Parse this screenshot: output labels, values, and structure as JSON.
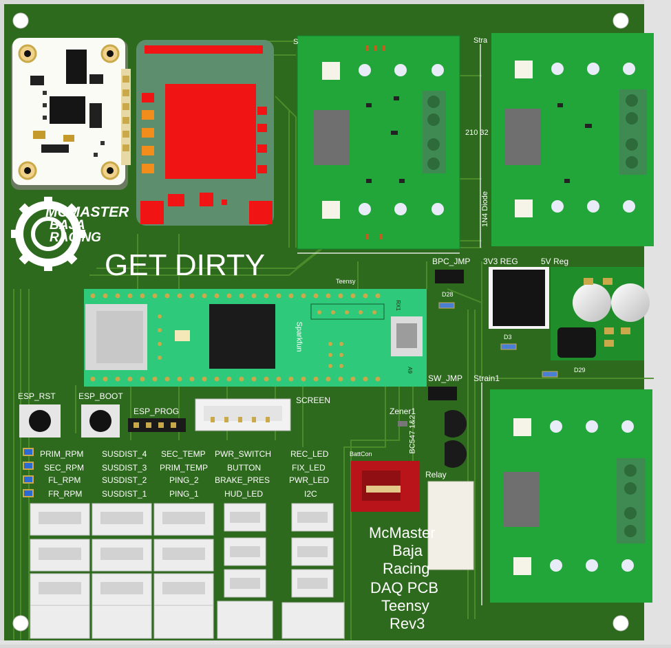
{
  "board": {
    "title_silk": "GET DIRTY",
    "logo": {
      "line1": "MCMASTER",
      "line2": "BAJA",
      "line3": "RACING"
    },
    "footer_lines": [
      "McMaster",
      "Baja",
      "Racing",
      "DAQ PCB",
      "Teensy",
      "Rev3"
    ]
  },
  "components": {
    "teensy_label": "Teensy",
    "sparkfun_label": "Sparkfun",
    "teensy_pin_a": "RX1",
    "teensy_pin_b": "A9",
    "screen_label": "SCREEN",
    "esp_prog": "ESP_PROG",
    "esp_rst": "ESP_RST",
    "esp_boot": "ESP_BOOT",
    "bpc_jmp": "BPC_JMP",
    "sw_jmp": "SW_JMP",
    "reg_3v3": "3V3 REG",
    "reg_5v": "5V Reg",
    "zener": "Zener1",
    "relay": "Relay",
    "battcon": "BattCon",
    "transistors": "BC547 1&2",
    "d28": "D28",
    "d29": "D29",
    "d_mid": "D3",
    "strain_top_left": "S",
    "strain_top_right": "Stra",
    "strain1": "Strain1",
    "diode_label": "1N4 Diode",
    "res_label": "210 32"
  },
  "connectors": {
    "col1": [
      "PRIM_RPM",
      "SEC_RPM",
      "FL_RPM",
      "FR_RPM"
    ],
    "col2": [
      "SUSDIST_4",
      "SUSDIST_3",
      "SUSDIST_2",
      "SUSDIST_1"
    ],
    "col3": [
      "SEC_TEMP",
      "PRIM_TEMP",
      "PING_2",
      "PING_1"
    ],
    "col4": [
      "PWR_SWITCH",
      "BUTTON",
      "BRAKE_PRES",
      "HUD_LED"
    ],
    "col5": [
      "REC_LED",
      "FIX_LED",
      "PWR_LED",
      "I2C"
    ]
  },
  "colors": {
    "pcb": "#2f6a1f",
    "trace": "#4c8c2a",
    "module": "#21a336",
    "teensy": "#2ec97a",
    "silkscreen": "#ffffff",
    "pad": "#c9a94a",
    "red_module": "#f01414"
  }
}
